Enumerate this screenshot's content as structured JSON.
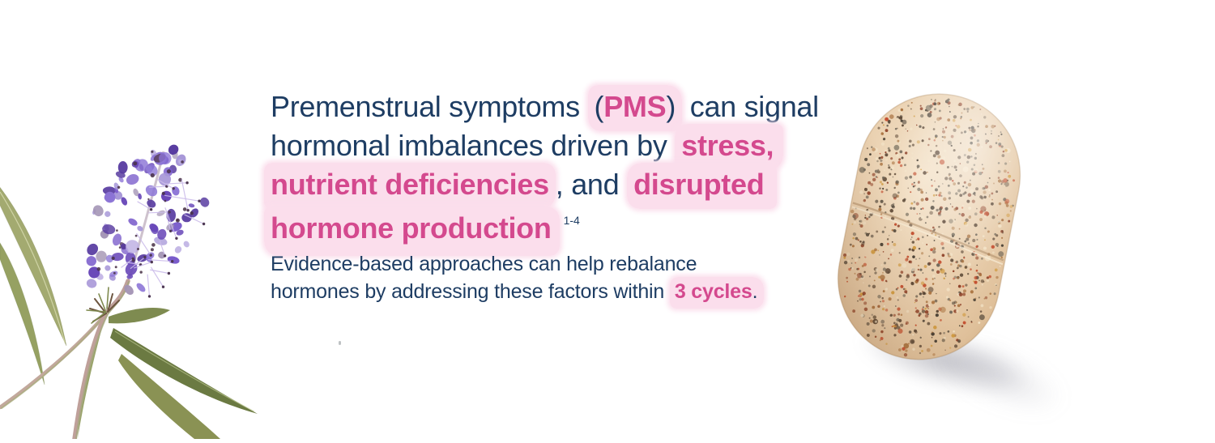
{
  "colors": {
    "navy_text": "#1e3d63",
    "pink_accent": "#d4498e",
    "pink_highlight": "#fbdeec",
    "pill_base": "#e9cfae",
    "leaf_green": "#8a9457",
    "flower_purple": "#7a5ccb"
  },
  "headline": {
    "l1a": "Premenstrual symptoms ",
    "l1b": "(",
    "l1c": "PMS",
    "l1d": ")",
    "l1e": " can signal",
    "l2a": "hormonal imbalances driven by ",
    "l2b": "stress,",
    "l3a": "nutrient deficiencies",
    "l3b": ", and ",
    "l3c": "disrupted",
    "l4a": "hormone production",
    "l4sup": "1-4"
  },
  "subtext": {
    "s1": "Evidence-based approaches can help rebalance",
    "s2a": "hormones by addressing these factors within ",
    "s2b": "3 cycles",
    "s2c": "."
  },
  "images": {
    "flower_alt": "chasteberry-vitex-flower-photo",
    "tablet_alt": "speckled-oval-supplement-tablet-photo"
  }
}
